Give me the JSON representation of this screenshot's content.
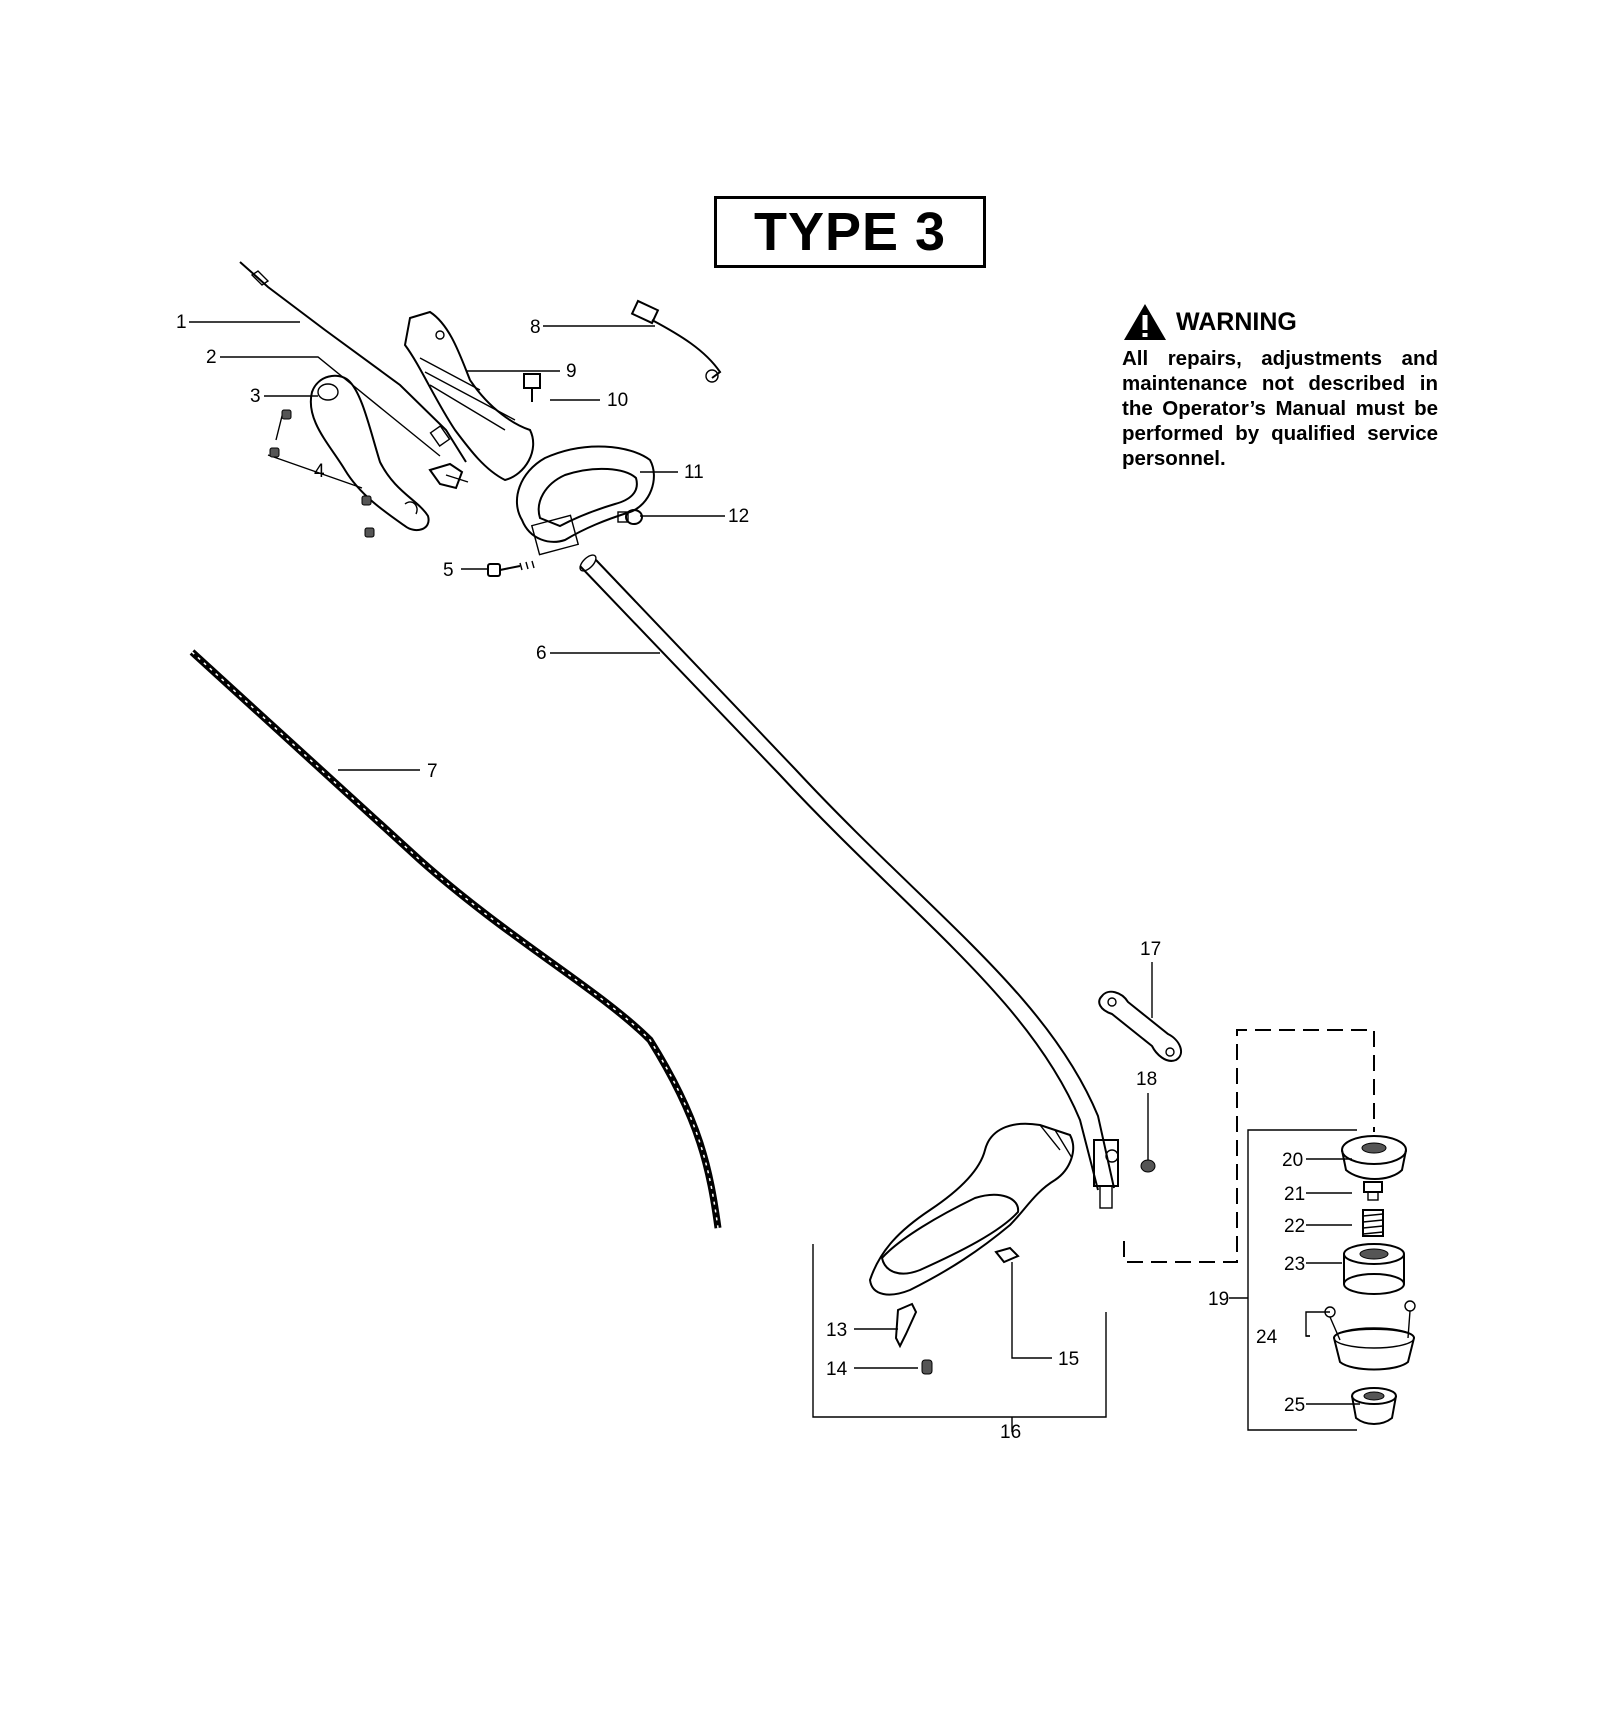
{
  "title": "TYPE 3",
  "warning": {
    "heading": "WARNING",
    "text": "All repairs, adjustments and maintenance not described in the Operator’s Manual must be performed by qualified service personnel.",
    "icon": "warning-triangle-icon"
  },
  "callouts": [
    "1",
    "2",
    "3",
    "4",
    "5",
    "6",
    "7",
    "8",
    "9",
    "10",
    "11",
    "12",
    "13",
    "14",
    "15",
    "16",
    "17",
    "18",
    "19",
    "20",
    "21",
    "22",
    "23",
    "24",
    "25"
  ]
}
